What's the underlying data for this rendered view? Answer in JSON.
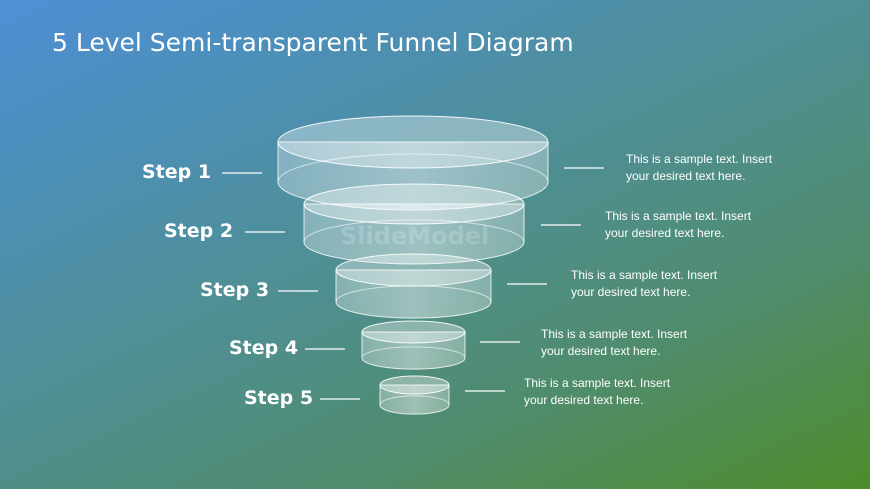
{
  "title": "5 Level Semi-transparent Funnel Diagram",
  "watermark": "SlideModel",
  "steps": [
    {
      "label": "Step 1",
      "text_line1": "This is a sample text. Insert",
      "text_line2": "your desired text here."
    },
    {
      "label": "Step 2",
      "text_line1": "This is a sample text. Insert",
      "text_line2": "your desired text here."
    },
    {
      "label": "Step 3",
      "text_line1": "This is a sample text. Insert",
      "text_line2": "your desired text here."
    },
    {
      "label": "Step 4",
      "text_line1": "This is a sample text. Insert",
      "text_line2": "your desired text here."
    },
    {
      "label": "Step 5",
      "text_line1": "This is a sample text. Insert",
      "text_line2": "your desired text here."
    }
  ]
}
